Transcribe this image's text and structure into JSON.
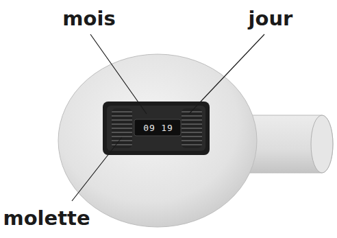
{
  "diagram": {
    "labels": [
      "mois",
      "jour",
      "09",
      "19",
      "molette"
    ]
  }
}
